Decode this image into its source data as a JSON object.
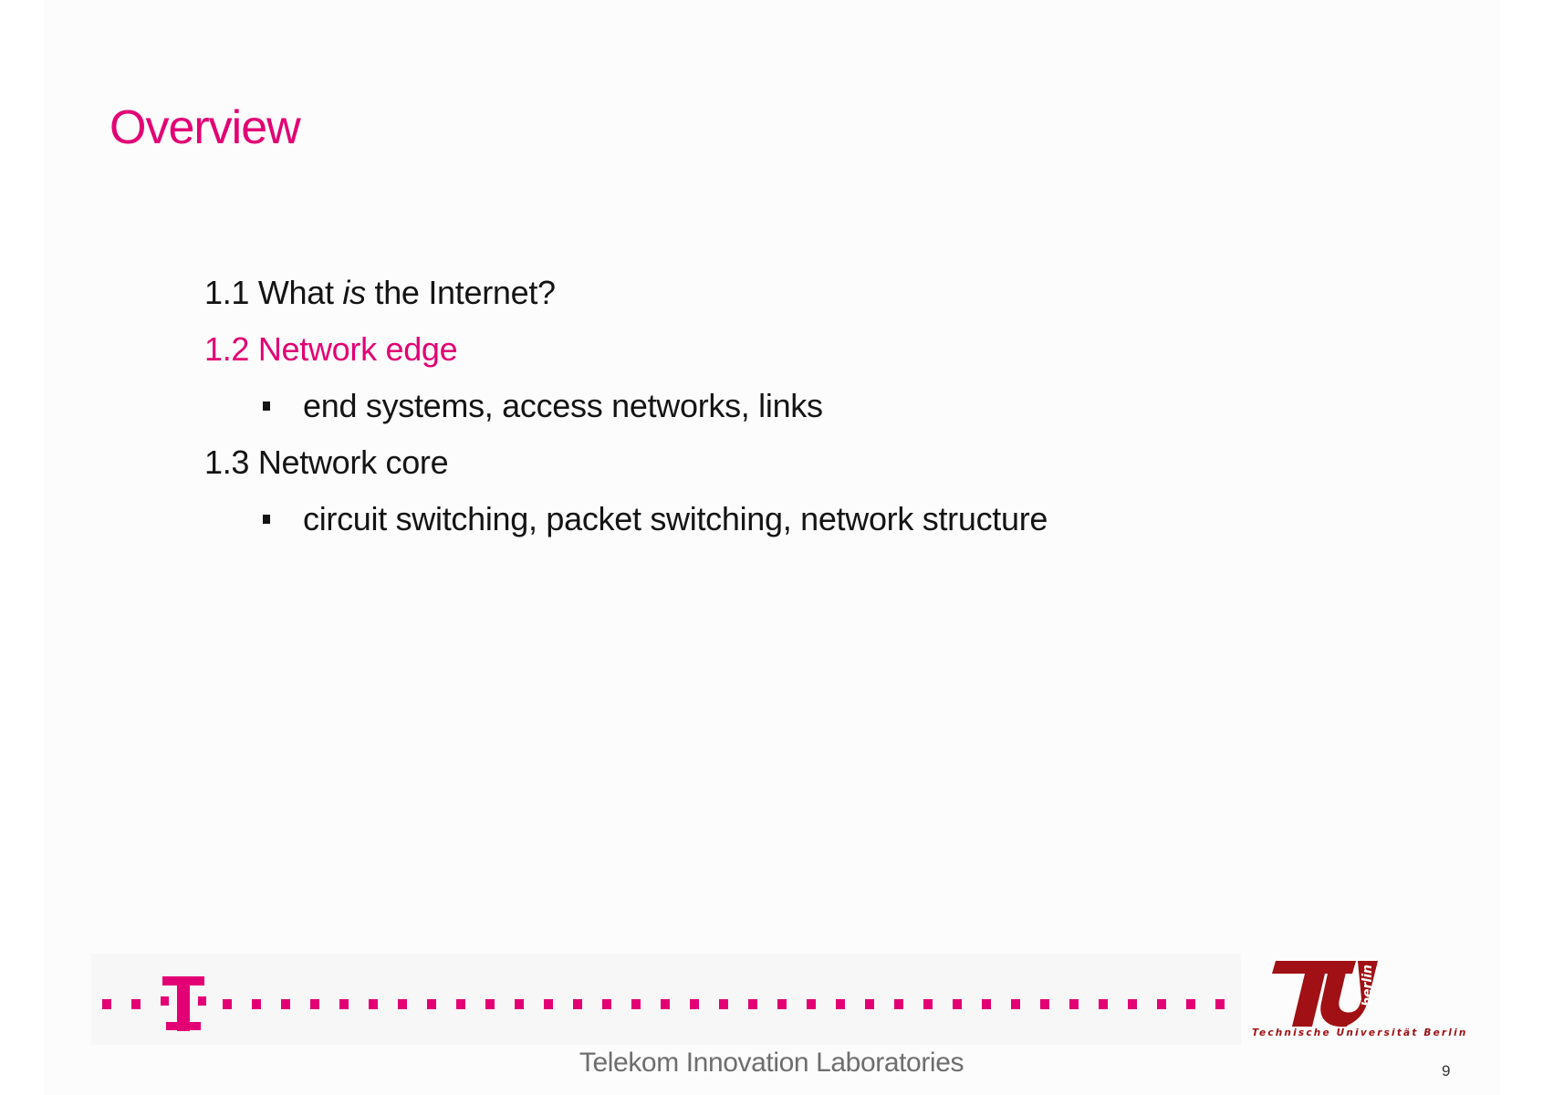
{
  "slide": {
    "title": "Overview",
    "toc": [
      {
        "number": "1.1",
        "pre": "What",
        "emphasis": "is",
        "post": "the Internet?",
        "active": false
      },
      {
        "number": "1.2",
        "text": "Network edge",
        "active": true
      },
      {
        "bullet": "end systems, access networks, links"
      },
      {
        "number": "1.3",
        "text": "Network core",
        "active": false
      },
      {
        "bullet": "circuit switching, packet switching, network structure"
      }
    ],
    "footer": {
      "lab_name": "Telekom Innovation Laboratories",
      "university_logo_text": "berlin",
      "university_caption": "Technische Universität Berlin",
      "page_number": "9"
    }
  },
  "colors": {
    "accent": "#e20074",
    "text": "#141414",
    "footer_text": "#6e6e6e",
    "tu_red": "#a01014"
  },
  "icons": {
    "telekom_logo": "telekom-t-icon",
    "university_logo": "tu-berlin-logo"
  }
}
